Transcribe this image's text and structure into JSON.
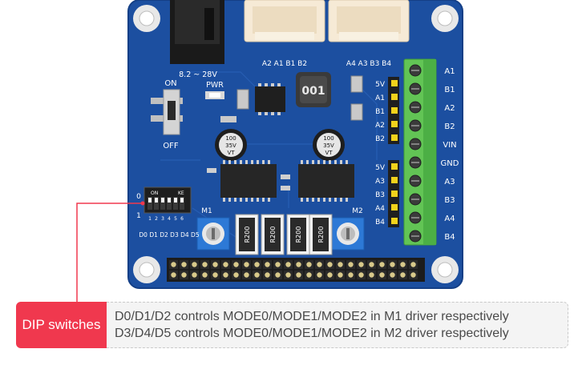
{
  "board": {
    "voltage_label": "8.2 ~ 28V",
    "pwr_label": "PWR",
    "switch_on": "ON",
    "switch_off": "OFF",
    "m1_label": "M1",
    "m2_label": "M2",
    "top_left_pins": "A2 A1 B1 B2",
    "top_right_pins": "A4 A3 B3 B4",
    "header1_pins": [
      "5V",
      "A1",
      "B1",
      "A2",
      "B2"
    ],
    "header2_pins": [
      "5V",
      "A3",
      "B3",
      "A4",
      "B4"
    ],
    "terminal_labels": [
      "A1",
      "B1",
      "A2",
      "B2",
      "VIN",
      "GND",
      "A3",
      "B3",
      "A4",
      "B4"
    ],
    "dip_on_text": "ON",
    "dip_ke_text": "KE",
    "dip_pos0": "0",
    "dip_pos1": "1",
    "dip_numbers": [
      "1",
      "2",
      "3",
      "4",
      "5",
      "6"
    ],
    "dip_names": "D0 D1 D2 D3 D4 D5",
    "inductor_text": "001",
    "cap_value": "100",
    "cap_rating": "35V",
    "cap_code": "VT",
    "resistor_text": "R200"
  },
  "callout": {
    "label": "DIP switches",
    "line1": "D0/D1/D2 controls MODE0/MODE1/MODE2 in M1 driver respectively",
    "line2": "D3/D4/D5 controls MODE0/MODE1/MODE2 in M2 driver respectively"
  },
  "colors": {
    "pcb": "#1c4fa0",
    "callout_red": "#f0384e",
    "terminal_green": "#62c455",
    "header_yellow": "#f2d21b"
  }
}
